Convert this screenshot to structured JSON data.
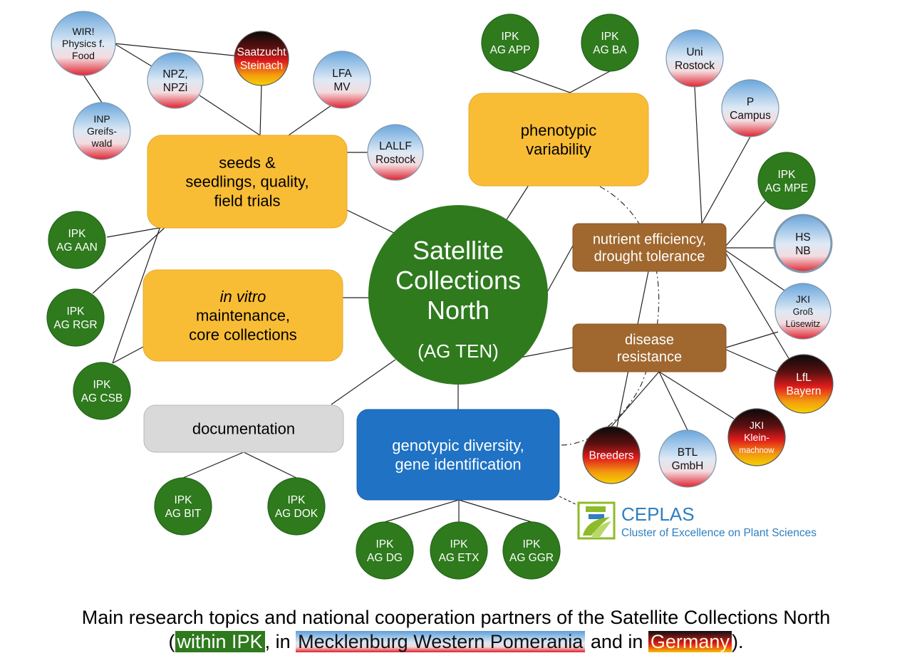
{
  "center": {
    "title_lines": [
      "Satellite",
      "Collections",
      "North"
    ],
    "subtitle": "(AG TEN)"
  },
  "topics": [
    {
      "id": "seeds",
      "style": "yellow",
      "lines": [
        "seeds &",
        "seedlings, quality,",
        "field trials"
      ]
    },
    {
      "id": "invitro",
      "style": "yellow",
      "lines": [
        "in vitro",
        "maintenance,",
        "core collections"
      ]
    },
    {
      "id": "documentation",
      "style": "gray",
      "lines": [
        "documentation"
      ]
    },
    {
      "id": "genotypic",
      "style": "blue",
      "lines": [
        "genotypic diversity,",
        "gene identification"
      ]
    },
    {
      "id": "phenotypic",
      "style": "yellow",
      "lines": [
        "phenotypic",
        "variability"
      ]
    },
    {
      "id": "nutrient",
      "style": "brown",
      "lines": [
        "nutrient efficiency,",
        "drought tolerance"
      ]
    },
    {
      "id": "disease",
      "style": "brown",
      "lines": [
        "disease",
        "resistance"
      ]
    }
  ],
  "partners": [
    {
      "id": "wir",
      "type": "mv",
      "lines": [
        "WIR!",
        "Physics f.",
        "Food"
      ]
    },
    {
      "id": "saatzucht",
      "type": "de",
      "lines": [
        "Saatzucht",
        "Steinach"
      ]
    },
    {
      "id": "npz",
      "type": "mv",
      "lines": [
        "NPZ,",
        "NPZi"
      ]
    },
    {
      "id": "lfa",
      "type": "mv",
      "lines": [
        "LFA",
        "MV"
      ]
    },
    {
      "id": "inp",
      "type": "mv",
      "lines": [
        "INP",
        "Greifs-",
        "wald"
      ]
    },
    {
      "id": "lallf",
      "type": "mv",
      "lines": [
        "LALLF",
        "Rostock"
      ]
    },
    {
      "id": "aan",
      "type": "ipk",
      "lines": [
        "IPK",
        "AG AAN"
      ]
    },
    {
      "id": "rgr",
      "type": "ipk",
      "lines": [
        "IPK",
        "AG RGR"
      ]
    },
    {
      "id": "csb",
      "type": "ipk",
      "lines": [
        "IPK",
        "AG CSB"
      ]
    },
    {
      "id": "bit",
      "type": "ipk",
      "lines": [
        "IPK",
        "AG BIT"
      ]
    },
    {
      "id": "dok",
      "type": "ipk",
      "lines": [
        "IPK",
        "AG DOK"
      ]
    },
    {
      "id": "dg",
      "type": "ipk",
      "lines": [
        "IPK",
        "AG DG"
      ]
    },
    {
      "id": "etx",
      "type": "ipk",
      "lines": [
        "IPK",
        "AG ETX"
      ]
    },
    {
      "id": "ggr",
      "type": "ipk",
      "lines": [
        "IPK",
        "AG GGR"
      ]
    },
    {
      "id": "app",
      "type": "ipk",
      "lines": [
        "IPK",
        "AG APP"
      ]
    },
    {
      "id": "ba",
      "type": "ipk",
      "lines": [
        "IPK",
        "AG BA"
      ]
    },
    {
      "id": "unirostock",
      "type": "mv",
      "lines": [
        "Uni",
        "Rostock"
      ]
    },
    {
      "id": "pcampus",
      "type": "mv",
      "lines": [
        "P",
        "Campus"
      ]
    },
    {
      "id": "mpe",
      "type": "ipk",
      "lines": [
        "IPK",
        "AG MPE"
      ]
    },
    {
      "id": "hsnb",
      "type": "mv",
      "lines": [
        "HS",
        "NB"
      ]
    },
    {
      "id": "jkigross",
      "type": "mv",
      "lines": [
        "JKI",
        "Groß",
        "Lüsewitz"
      ]
    },
    {
      "id": "lfl",
      "type": "de",
      "lines": [
        "LfL",
        "Bayern"
      ]
    },
    {
      "id": "jkiklein",
      "type": "de",
      "lines": [
        "JKI",
        "Klein-",
        "machnow"
      ]
    },
    {
      "id": "btl",
      "type": "mv",
      "lines": [
        "BTL",
        "GmbH"
      ]
    },
    {
      "id": "breeders",
      "type": "de",
      "lines": [
        "Breeders"
      ]
    }
  ],
  "ceplas": {
    "name": "CEPLAS",
    "tagline": "Cluster of Excellence on Plant Sciences"
  },
  "caption": {
    "line1": "Main research topics and national cooperation partners of the Satellite Collections North",
    "open": "(",
    "ipk": "within IPK",
    "sep1": ", in ",
    "mv": "Mecklenburg Western Pomerania",
    "sep2": " and in ",
    "de": "Germany",
    "close": ")."
  },
  "colors": {
    "ipk_green": "#2e7a1d",
    "center_green": "#2e7a1d",
    "topic_yellow": "#f9bd35",
    "topic_brown": "#a0672e",
    "topic_blue": "#1f72c4",
    "topic_gray": "#d9d9d9",
    "ceplas_blue": "#2f7fbf",
    "ceplas_green": "#8dbb2a"
  }
}
